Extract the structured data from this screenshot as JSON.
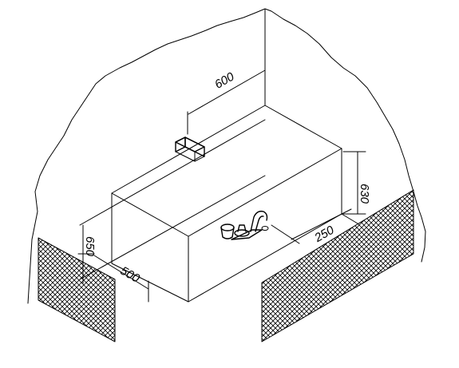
{
  "dimensions": {
    "top_offset": "600",
    "height_right": "630",
    "right_offset": "250",
    "left_depth": "500",
    "left_height": "650"
  },
  "colors": {
    "line": "#000000",
    "background": "#ffffff"
  }
}
